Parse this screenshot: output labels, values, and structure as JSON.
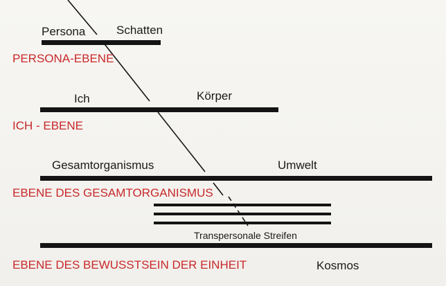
{
  "labels": {
    "persona": "Persona",
    "schatten": "Schatten",
    "persona_ebene": "PERSONA-EBENE",
    "ich": "Ich",
    "koerper": "Körper",
    "ich_ebene": "ICH - EBENE",
    "gesamtorganismus": "Gesamtorganismus",
    "umwelt": "Umwelt",
    "ebene_gesamtorganismus": "EBENE DES GESAMTORGANISMUS",
    "transpersonale": "Transpersonale Streifen",
    "ebene_einheit": "EBENE DES BEWUSSTSEIN DER EINHEIT",
    "kosmos": "Kosmos"
  },
  "colors": {
    "bar": "#141414",
    "level_label": "#c8282a",
    "text": "#1a1a1a"
  }
}
